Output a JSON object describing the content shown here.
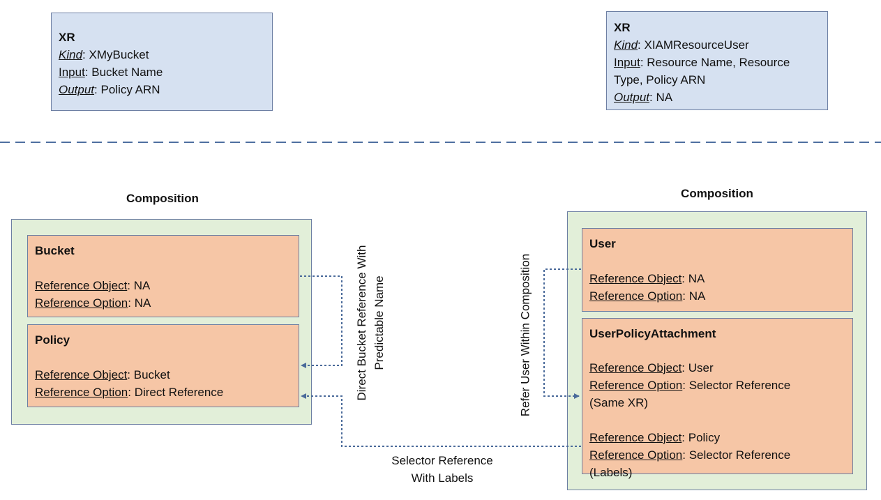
{
  "xr_left": {
    "title": "XR",
    "kind_key": "Kind",
    "kind_value": ": XMyBucket",
    "input_key": "Input",
    "input_value": ": Bucket Name",
    "output_key": "Output",
    "output_value": ": Policy ARN"
  },
  "xr_right": {
    "title": "XR",
    "kind_key": "Kind",
    "kind_value": ": XIAMResourceUser",
    "input_key": "Input",
    "input_value": ": Resource Name, Resource Type, Policy ARN",
    "output_key": "Output",
    "output_value": ": NA"
  },
  "composition_left": {
    "heading": "Composition",
    "bucket": {
      "title": "Bucket",
      "ref_object_key": "Reference Object",
      "ref_object_value": ": NA",
      "ref_option_key": "Reference Option",
      "ref_option_value": ": NA"
    },
    "policy": {
      "title": "Policy",
      "ref_object_key": "Reference Object",
      "ref_object_value": ": Bucket",
      "ref_option_key": "Reference Option",
      "ref_option_value": ": Direct Reference"
    }
  },
  "composition_right": {
    "heading": "Composition",
    "user": {
      "title": "User",
      "ref_object_key": "Reference Object",
      "ref_object_value": ": NA",
      "ref_option_key": "Reference Option",
      "ref_option_value": ": NA"
    },
    "upa": {
      "title": "UserPolicyAttachment",
      "ref_object1_key": "Reference Object",
      "ref_object1_value": ": User",
      "ref_option1_key": "Reference Option",
      "ref_option1_value": ": Selector Reference",
      "ref_option1_extra": "(Same XR)",
      "ref_object2_key": "Reference Object",
      "ref_object2_value": ": Policy",
      "ref_option2_key": "Reference Option",
      "ref_option2_value": ": Selector Reference",
      "ref_option2_extra": "(Labels)"
    }
  },
  "connectors": {
    "direct_bucket_line1": "Direct Bucket Reference With",
    "direct_bucket_line2": "Predictable Name",
    "refer_user": "Refer User Within Composition",
    "selector_line1": "Selector Reference",
    "selector_line2": "With Labels"
  },
  "colors": {
    "xr_fill": "#d6e1f1",
    "composition_fill": "#e2efd9",
    "resource_fill": "#f6c6a6",
    "border": "#6d7fa3",
    "connector": "#4a6a9a"
  }
}
